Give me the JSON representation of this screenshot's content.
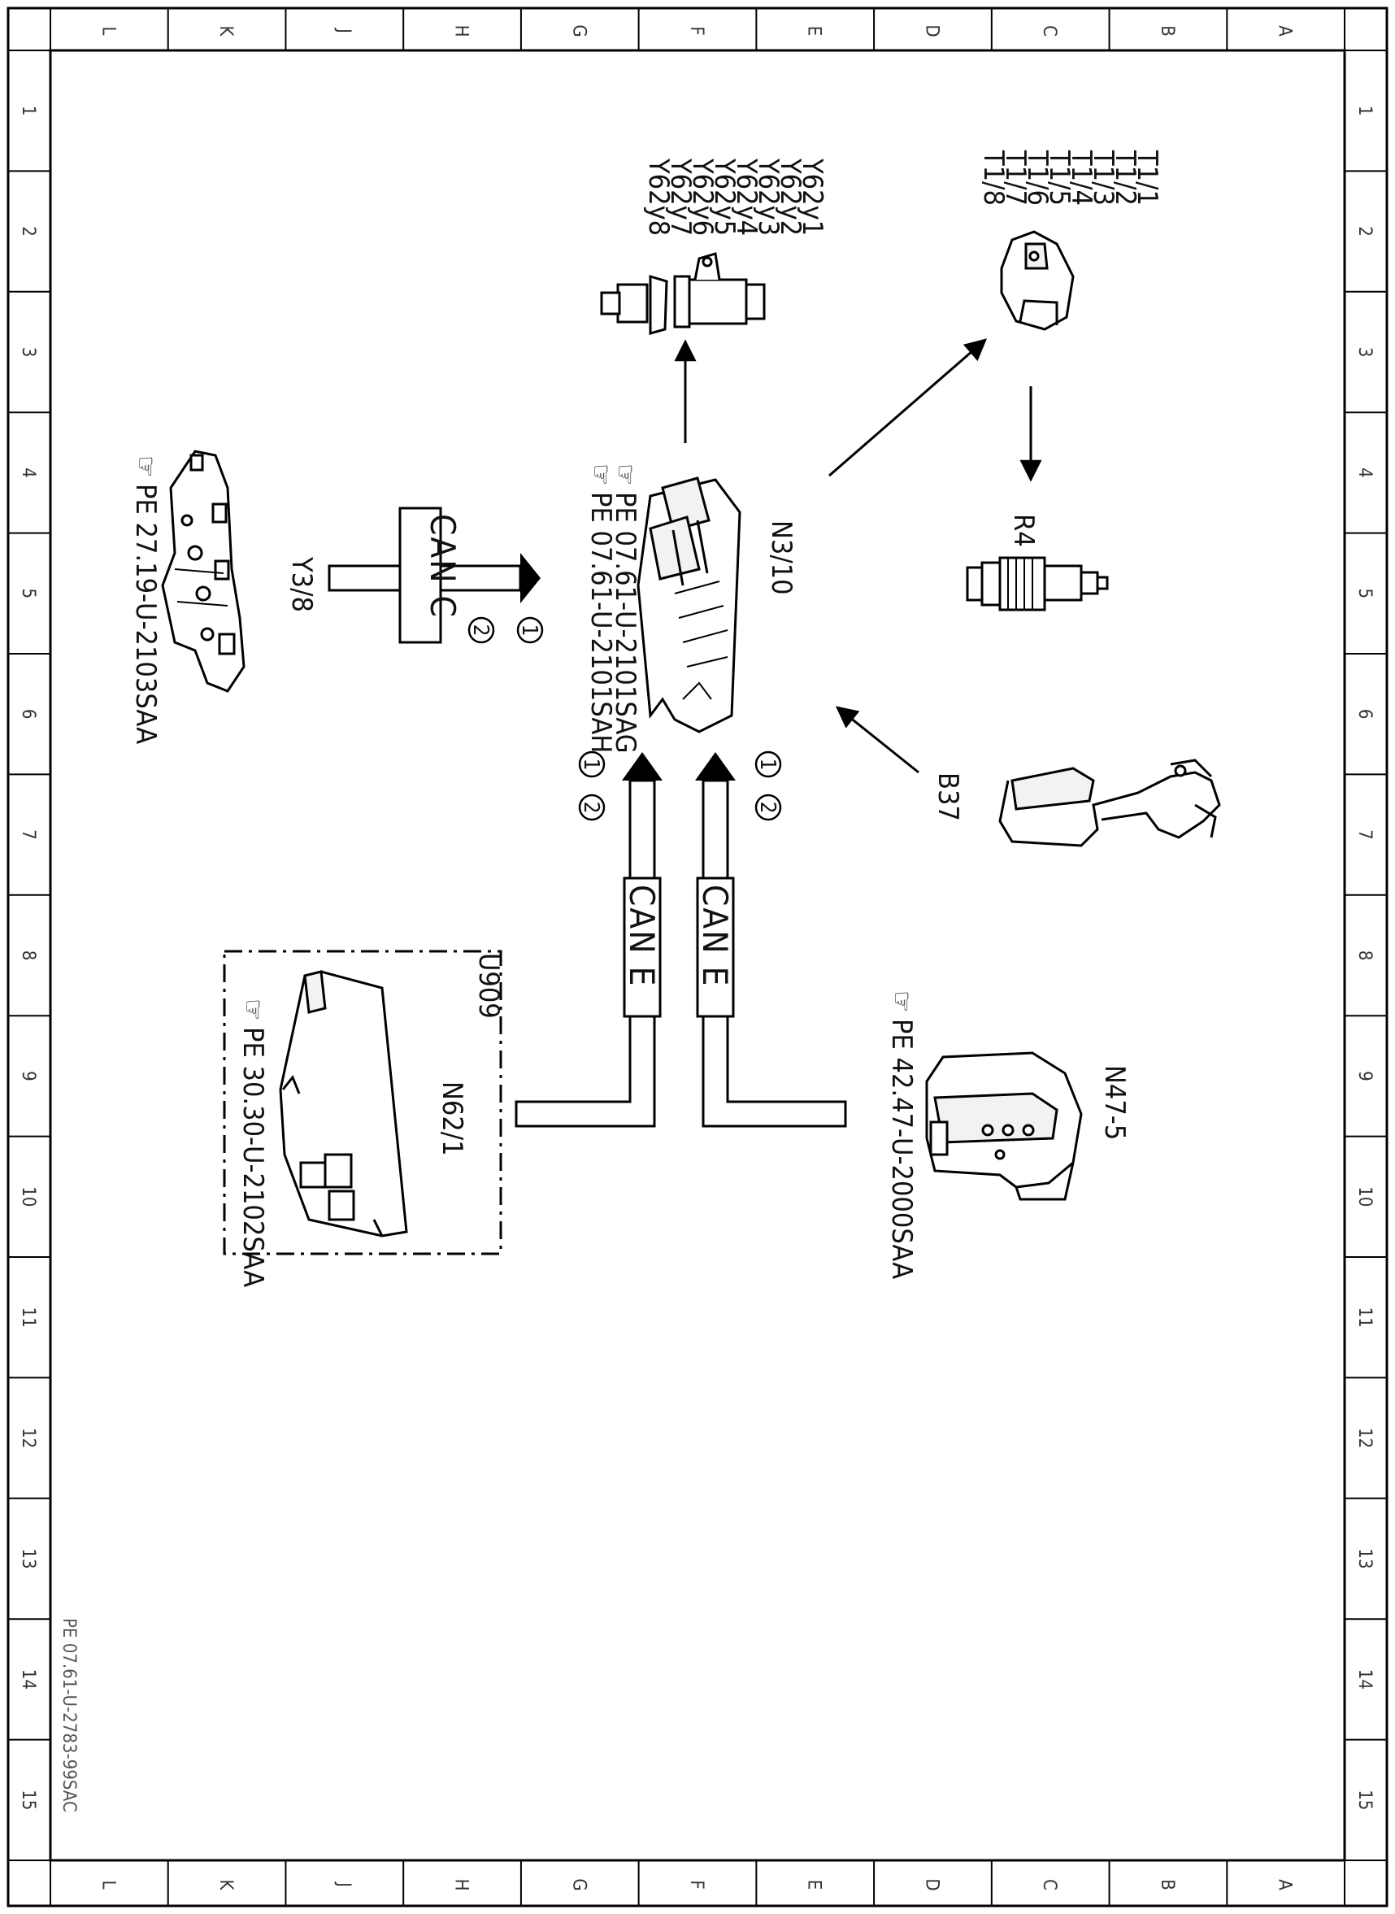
{
  "border": {
    "columns": [
      "L",
      "K",
      "J",
      "H",
      "G",
      "F",
      "E",
      "D",
      "C",
      "B",
      "A"
    ],
    "rows": [
      "1",
      "2",
      "3",
      "4",
      "5",
      "6",
      "7",
      "8",
      "9",
      "10",
      "11",
      "12",
      "13",
      "14",
      "15"
    ]
  },
  "components": {
    "n3_10": {
      "label": "N3/10",
      "refs": [
        "PE 07.61-U-2101SAG",
        "PE 07.61-U-2101SAH"
      ]
    },
    "y3_8": {
      "label": "Y3/8",
      "ref": "PE 27.19-U-2103SAA"
    },
    "y62": {
      "labels": [
        "Y62y1",
        "Y62y2",
        "Y62y3",
        "Y62y4",
        "Y62y5",
        "Y62y6",
        "Y62y7",
        "Y62y8"
      ]
    },
    "t1": {
      "labels": [
        "T1/1",
        "T1/2",
        "T1/3",
        "T1/4",
        "T1/5",
        "T1/6",
        "T1/7",
        "T1/8"
      ]
    },
    "r4": {
      "label": "R4"
    },
    "b37": {
      "label": "B37"
    },
    "n47_5": {
      "label": "N47-5",
      "ref": "PE 42.47-U-2000SAA"
    },
    "u909": {
      "label": "U909"
    },
    "n62_1": {
      "label": "N62/1",
      "ref": "PE 30.30-U-2102SAA"
    }
  },
  "buses": {
    "can_c": {
      "label": "CAN C",
      "markers": [
        "1",
        "2"
      ]
    },
    "can_e_left": {
      "label": "CAN E",
      "markers": [
        "1",
        "2"
      ]
    },
    "can_e_right": {
      "label": "CAN E",
      "markers": [
        "1",
        "2"
      ]
    }
  },
  "doc_ref": "PE 07.61-U-2783-99SAC"
}
